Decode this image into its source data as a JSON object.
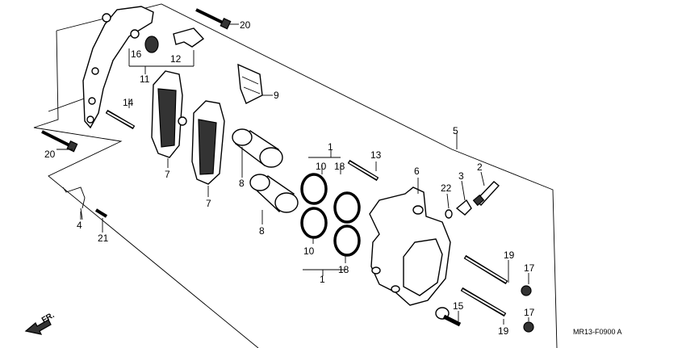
{
  "diagram": {
    "code": "MR13-F0900 A",
    "direction_label": "FR.",
    "labels": {
      "p1a": "1",
      "p1b": "1",
      "p2": "2",
      "p3": "3",
      "p4": "4",
      "p5": "5",
      "p6": "6",
      "p7a": "7",
      "p7b": "7",
      "p8a": "8",
      "p8b": "8",
      "p9": "9",
      "p10a": "10",
      "p10b": "10",
      "p11": "11",
      "p12": "12",
      "p13": "13",
      "p14": "14",
      "p15": "15",
      "p16": "16",
      "p17a": "17",
      "p17b": "17",
      "p18a": "18",
      "p18b": "18",
      "p19a": "19",
      "p19b": "19",
      "p20a": "20",
      "p20b": "20",
      "p21": "21",
      "p22": "22"
    }
  }
}
